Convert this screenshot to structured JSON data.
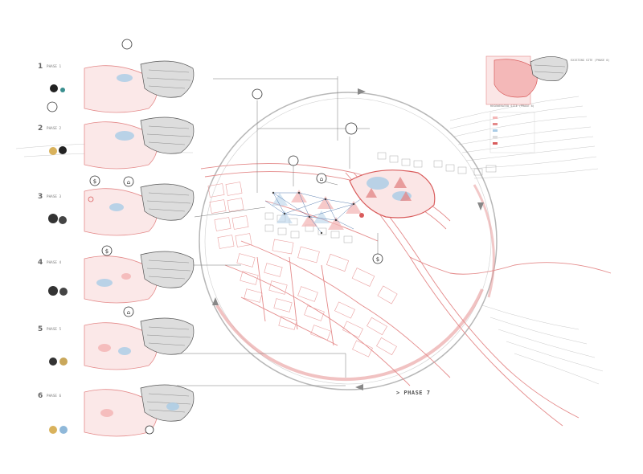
{
  "phases": [
    {
      "number": "1",
      "title": "PHASE 1"
    },
    {
      "number": "2",
      "title": "PHASE 2"
    },
    {
      "number": "3",
      "title": "PHASE 3"
    },
    {
      "number": "4",
      "title": "PHASE 4"
    },
    {
      "number": "5",
      "title": "PHASE 5"
    },
    {
      "number": "6",
      "title": "PHASE 6"
    }
  ],
  "phase7_label": "> PHASE 7",
  "existing_site_label": "EXISTING SITE (PHASE 0)",
  "regenerated_site_label": "REGENERATED SITE (PHASE 8)",
  "colors": {
    "accent": "#e48a8a",
    "accent_fill": "#f7d3d3",
    "water": "#a9cce6",
    "line": "#777777",
    "light_line": "#c8c8c8"
  },
  "icons": [
    "tree-icon",
    "dollar-icon",
    "house-icon",
    "people-icon",
    "compass-icon"
  ]
}
